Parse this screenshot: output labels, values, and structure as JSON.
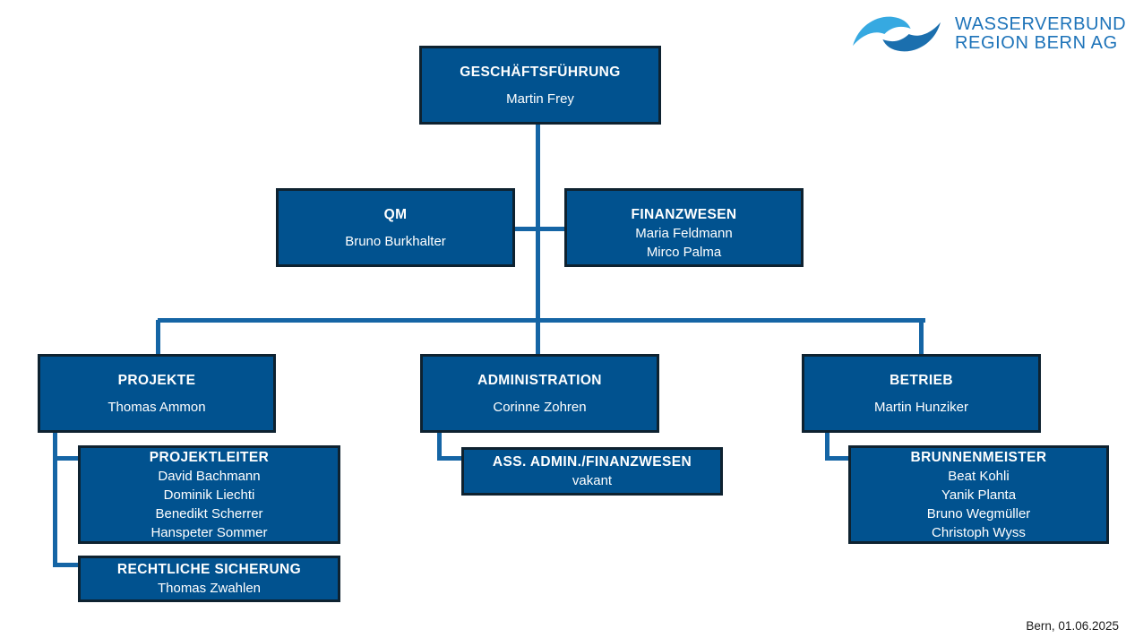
{
  "logo": {
    "line1": "WASSERVERBUND",
    "line2": "REGION BERN AG"
  },
  "footer": {
    "text": "Bern, 01.06.2025"
  },
  "colors": {
    "box_fill": "#01528F",
    "box_border": "#0E2230",
    "connector": "#1565A5",
    "logo_light": "#36A9E1",
    "logo_dark": "#1B6FAE",
    "logo_text": "#1D73B9"
  },
  "nodes": {
    "gf": {
      "title": "GESCHÄFTSFÜHRUNG",
      "members": [
        "Martin Frey"
      ]
    },
    "qm": {
      "title": "QM",
      "members": [
        "Bruno Burkhalter"
      ]
    },
    "finanzwesen": {
      "title": "FINANZWESEN",
      "members": [
        "Maria Feldmann",
        "Mirco Palma"
      ]
    },
    "projekte": {
      "title": "PROJEKTE",
      "members": [
        "Thomas Ammon"
      ]
    },
    "administration": {
      "title": "ADMINISTRATION",
      "members": [
        "Corinne Zohren"
      ]
    },
    "betrieb": {
      "title": "BETRIEB",
      "members": [
        "Martin Hunziker"
      ]
    },
    "projektleiter": {
      "title": "PROJEKTLEITER",
      "members": [
        "David Bachmann",
        "Dominik Liechti",
        "Benedikt Scherrer",
        "Hanspeter Sommer"
      ]
    },
    "rechtliche_sicherung": {
      "title": "RECHTLICHE SICHERUNG",
      "members": [
        "Thomas Zwahlen"
      ]
    },
    "ass_admin": {
      "title": "ASS. ADMIN./FINANZWESEN",
      "members": [
        "vakant"
      ]
    },
    "brunnenmeister": {
      "title": "BRUNNENMEISTER",
      "members": [
        "Beat Kohli",
        "Yanik Planta",
        "Bruno Wegmüller",
        "Christoph Wyss"
      ]
    }
  }
}
